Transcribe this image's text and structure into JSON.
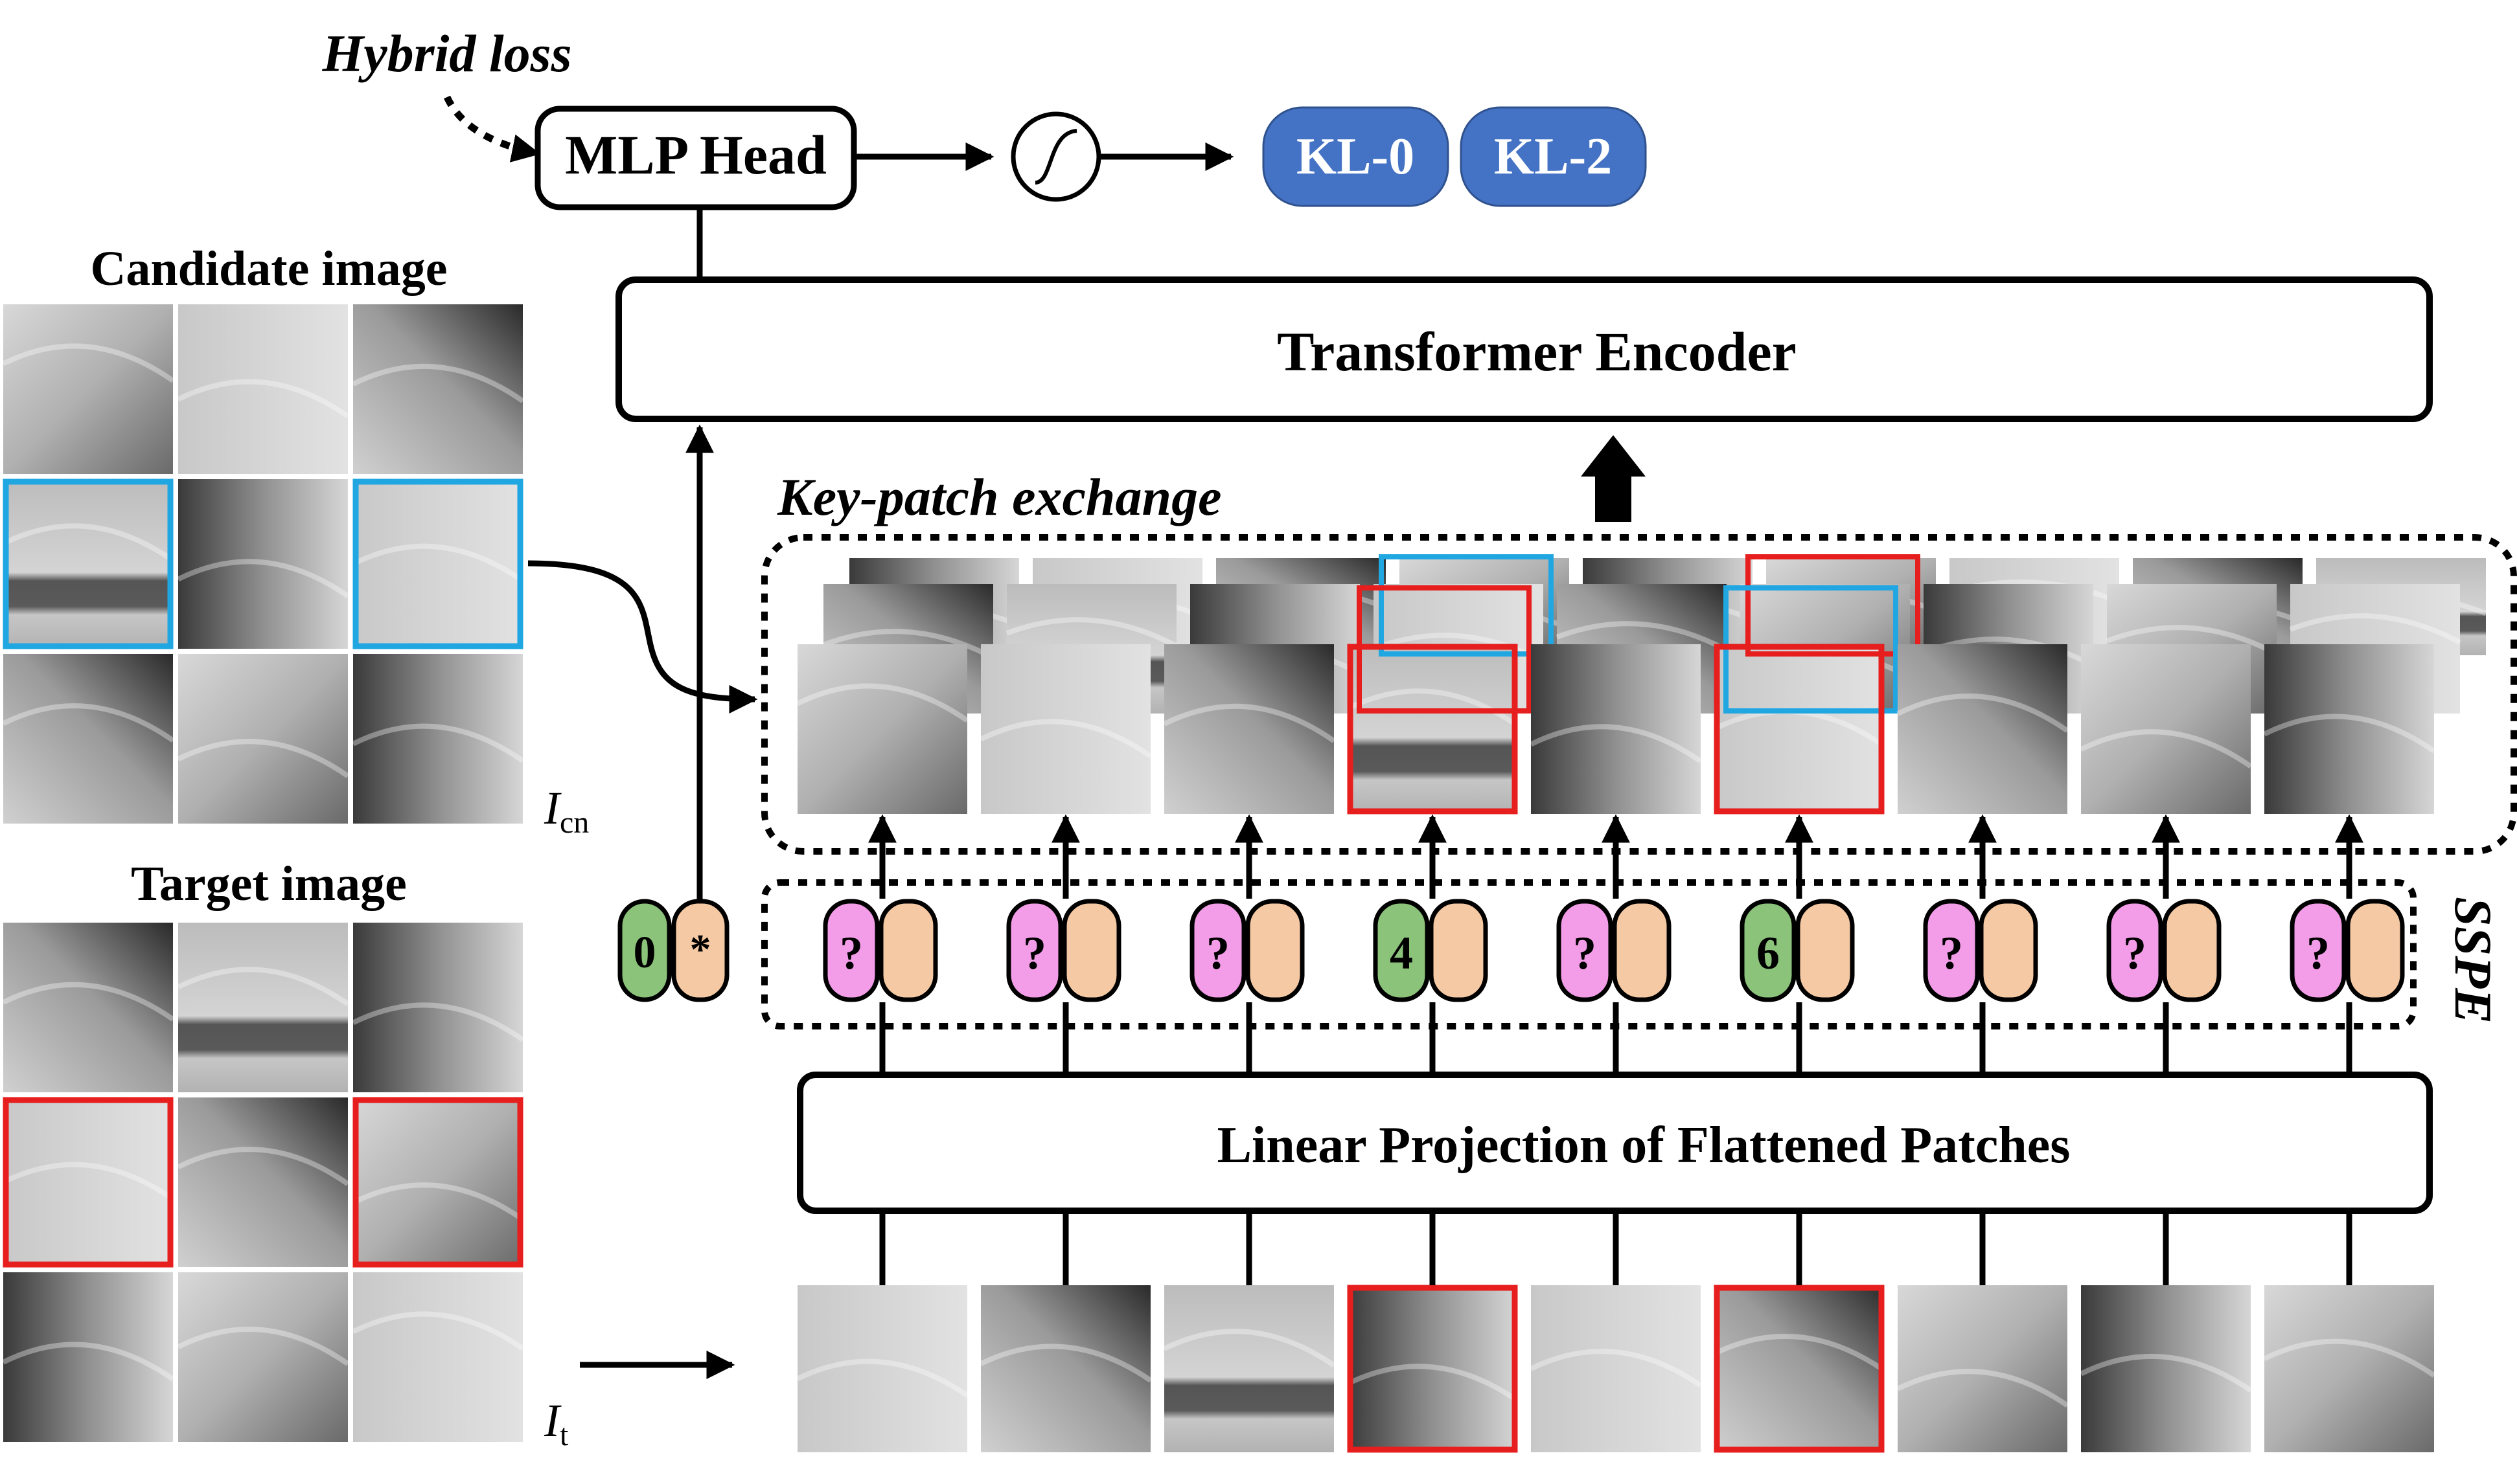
{
  "labels": {
    "hybrid_loss": "Hybrid loss",
    "mlp_head": "MLP Head",
    "kl0": "KL-0",
    "kl2": "KL-2",
    "candidate_title": "Candidate image",
    "target_title": "Target image",
    "transformer": "Transformer Encoder",
    "key_patch": "Key-patch exchange",
    "sspe": "SSPE",
    "linear_proj": "Linear Projection of Flattened Patches",
    "icn_main": "I",
    "icn_sub": "cn",
    "it_main": "I",
    "it_sub": "t"
  },
  "tokens": {
    "cls_position": "0",
    "cls_embedding": "*",
    "positions": [
      "?",
      "?",
      "?",
      "4",
      "?",
      "6",
      "?",
      "?",
      "?"
    ]
  },
  "colors": {
    "kl_fill": "#4472C4",
    "kl_text": "#FFFFFF",
    "unknown_pos": "#F39DE8",
    "known_pos": "#8CC37B",
    "embed": "#F5C9A3",
    "candidate_box": "#20A7E1",
    "target_box": "#E61E1E",
    "stroke": "#000000"
  },
  "icons": {
    "activation": "sigmoid-icon",
    "up_arrow": "block-arrow-up-icon"
  },
  "patches": {
    "highlight_indices": [
      3,
      5
    ]
  }
}
